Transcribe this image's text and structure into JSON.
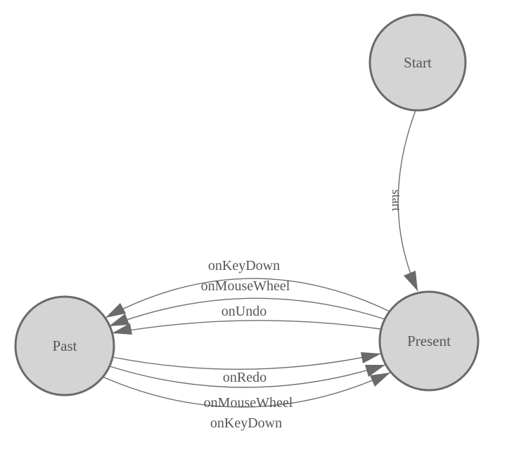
{
  "diagram": {
    "type": "state-machine-diagram",
    "colors": {
      "background": "#ffffff",
      "node_fill": "#d4d4d4",
      "node_border": "#6a6a6a",
      "edge_line": "#6f6f6f",
      "arrowhead": "#6a6a6a",
      "text": "#55565b"
    },
    "nodes": [
      {
        "id": "start",
        "label": "Start"
      },
      {
        "id": "present",
        "label": "Present"
      },
      {
        "id": "past",
        "label": "Past"
      }
    ],
    "edges": [
      {
        "id": "start-to-present",
        "label": "start",
        "from": "Start",
        "to": "Present"
      },
      {
        "id": "present-to-past-keydown",
        "label": "onKeyDown",
        "from": "Present",
        "to": "Past"
      },
      {
        "id": "present-to-past-mousewheel",
        "label": "onMouseWheel",
        "from": "Present",
        "to": "Past"
      },
      {
        "id": "present-to-past-undo",
        "label": "onUndo",
        "from": "Present",
        "to": "Past"
      },
      {
        "id": "past-to-present-redo",
        "label": "onRedo",
        "from": "Past",
        "to": "Present"
      },
      {
        "id": "past-to-present-mousewheel",
        "label": "onMouseWheel",
        "from": "Past",
        "to": "Present"
      },
      {
        "id": "past-to-present-keydown",
        "label": "onKeyDown",
        "from": "Past",
        "to": "Present"
      }
    ]
  }
}
